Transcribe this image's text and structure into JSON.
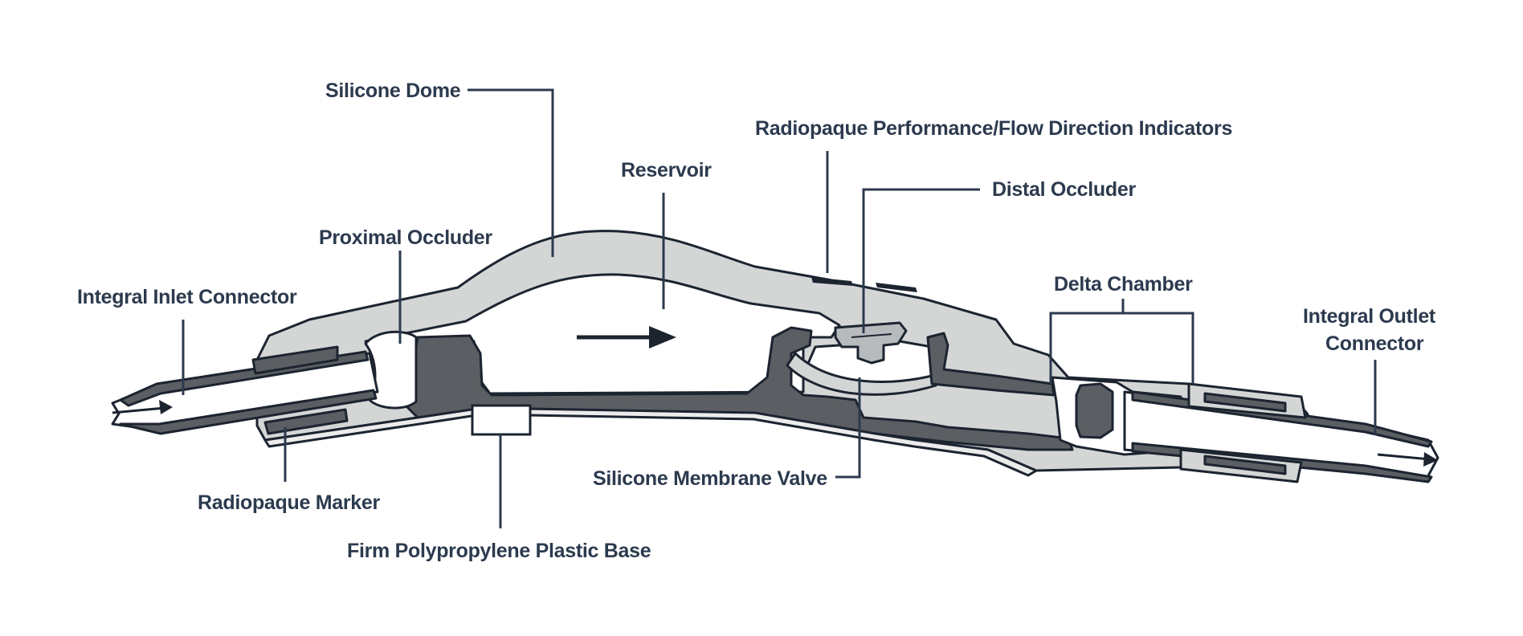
{
  "labels": {
    "silicone_dome": "Silicone Dome",
    "reservoir": "Reservoir",
    "radiopaque_indicators": "Radiopaque Performance/Flow Direction Indicators",
    "distal_occluder": "Distal Occluder",
    "proximal_occluder": "Proximal Occluder",
    "integral_inlet_connector": "Integral Inlet Connector",
    "delta_chamber": "Delta Chamber",
    "integral_outlet_connector_line1": "Integral Outlet",
    "integral_outlet_connector_line2": "Connector",
    "radiopaque_marker": "Radiopaque Marker",
    "silicone_membrane_valve": "Silicone Membrane Valve",
    "firm_polypropylene_base": "Firm Polypropylene Plastic Base"
  },
  "colors": {
    "ink": "#1c2430",
    "label_text": "#2c3a4e",
    "silicone_gray": "#d4d6d6",
    "plastic_dark": "#5b5f63",
    "background": "#ffffff"
  }
}
